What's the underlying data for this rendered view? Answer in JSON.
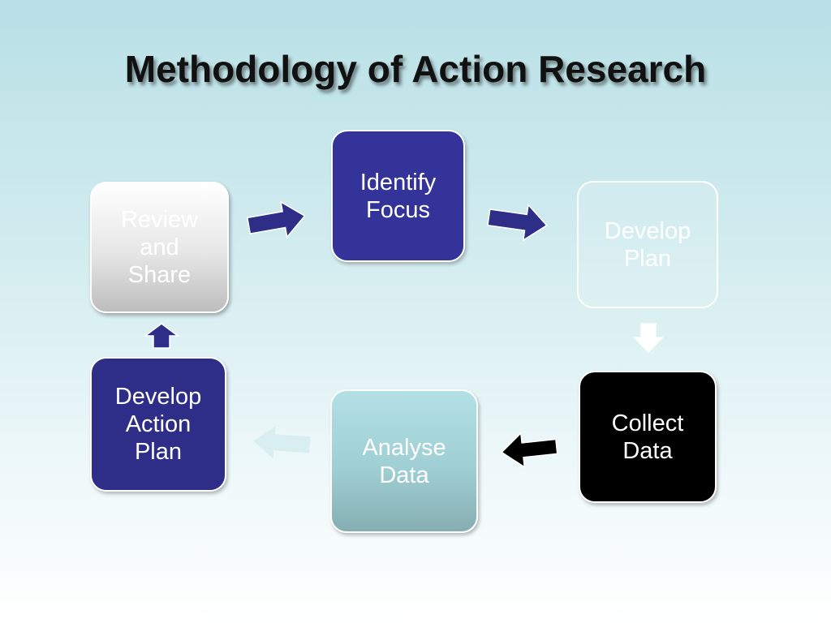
{
  "title": "Methodology of Action Research",
  "steps": [
    {
      "label": "Identify\nFocus",
      "color": "#33339a"
    },
    {
      "label": "Develop\nPlan",
      "color": "#ffffff"
    },
    {
      "label": "Collect\nData",
      "color": "#000000"
    },
    {
      "label": "Analyse\nData",
      "color": "#9fcfd4"
    },
    {
      "label": "Develop\nAction\nPlan",
      "color": "#2e2e88"
    },
    {
      "label": "Review\nand\nShare",
      "color": "#e6e6e6"
    }
  ],
  "arrows": [
    {
      "direction": "right",
      "color": "#2e2e88"
    },
    {
      "direction": "right",
      "color": "#2e2e88"
    },
    {
      "direction": "down",
      "color": "#ffffff"
    },
    {
      "direction": "left",
      "color": "#000000"
    },
    {
      "direction": "left",
      "color": "#d8eef1"
    },
    {
      "direction": "up",
      "color": "#2e2e88"
    }
  ]
}
